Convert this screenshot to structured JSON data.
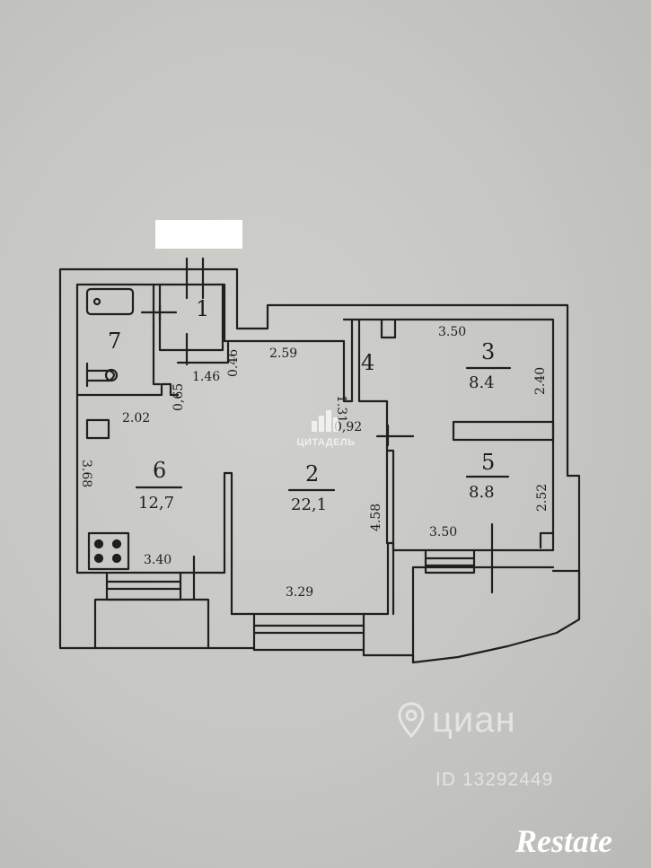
{
  "rooms": [
    {
      "number": "1",
      "area": ""
    },
    {
      "number": "2",
      "area": "22,1"
    },
    {
      "number": "3",
      "area": "8.4"
    },
    {
      "number": "4",
      "area": ""
    },
    {
      "number": "5",
      "area": "8.8"
    },
    {
      "number": "6",
      "area": "12,7"
    },
    {
      "number": "7",
      "area": ""
    }
  ],
  "dimensions": {
    "d_2_59": "2.59",
    "d_1_31": "1.31",
    "d_3_50_top": "3.50",
    "d_2_40": "2.40",
    "d_0_92": "0,92",
    "d_2_52": "2.52",
    "d_3_50_bottom": "3.50",
    "d_4_58": "4.58",
    "d_3_29": "3.29",
    "d_3_40": "3.40",
    "d_3_68": "3.68",
    "d_2_02": "2.02",
    "d_1_46": "1.46",
    "d_0_46": "0.46",
    "d_0_65": "0,65"
  },
  "watermarks": {
    "citadel": "ЦИТАДЕЛЬ",
    "cian": "циан",
    "cian_id": "ID 13292449",
    "restate": "Restate"
  },
  "colors": {
    "paper": "#c6c6c2",
    "ink": "#1e1e1e"
  }
}
